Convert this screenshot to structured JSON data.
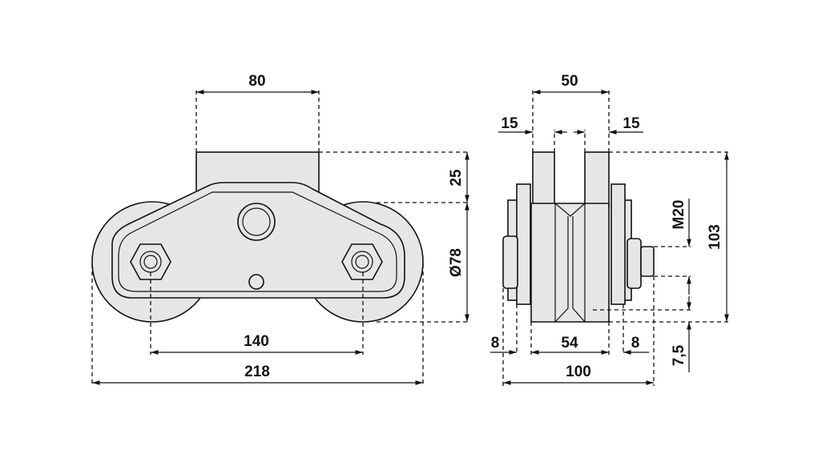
{
  "front_view": {
    "dims": {
      "top_width": "80",
      "top_height": "25",
      "wheel_diameter": "Ø78",
      "axle_spacing": "140",
      "overall_width": "218"
    }
  },
  "side_view": {
    "dims": {
      "plate_span": "50",
      "plate_left": "15",
      "plate_right": "15",
      "height": "103",
      "thread": "M20",
      "offset": "7,5",
      "left_8": "8",
      "wheel_width": "54",
      "right_8": "8",
      "overall_width": "100"
    }
  }
}
